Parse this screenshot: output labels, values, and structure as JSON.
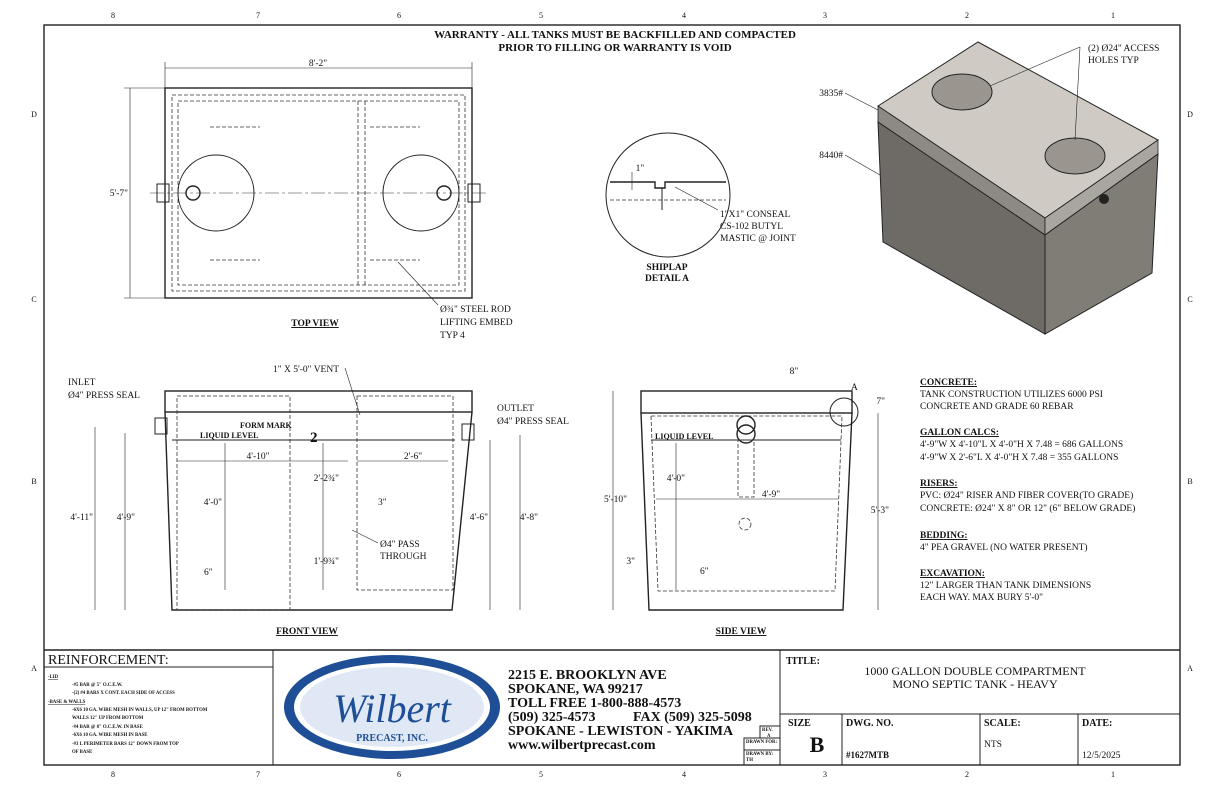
{
  "zones": {
    "columns": [
      "8",
      "7",
      "6",
      "5",
      "4",
      "3",
      "2",
      "1"
    ],
    "rows": [
      "D",
      "C",
      "B",
      "A"
    ]
  },
  "warranty": {
    "line1": "WARRANTY - ALL TANKS MUST BE BACKFILLED AND COMPACTED",
    "line2": "PRIOR TO FILLING OR WARRANTY IS VOID"
  },
  "top_view": {
    "title": "TOP VIEW",
    "width_dim": "8'-2\"",
    "height_dim": "5'-7\"",
    "callout": [
      "Ø¾\" STEEL ROD",
      "LIFTING EMBED",
      "TYP 4"
    ]
  },
  "detail": {
    "title": [
      "SHIPLAP",
      "DETAIL A"
    ],
    "dim": "1\"",
    "callout": [
      "1\"X1\" CONSEAL",
      "CS-102 BUTYL",
      "MASTIC @ JOINT"
    ]
  },
  "iso": {
    "lid_weight": "3835#",
    "base_weight": "8440#",
    "callout": [
      "(2) Ø24\" ACCESS",
      "HOLES TYP"
    ]
  },
  "front_view": {
    "title": "FRONT VIEW",
    "inlet": [
      "INLET",
      "Ø4\" PRESS SEAL"
    ],
    "outlet": [
      "OUTLET",
      "Ø4\" PRESS SEAL"
    ],
    "vent": "1\" X 5'-0\" VENT",
    "form_mark": "FORM MARK",
    "form_mark_num": "2",
    "liquid_level": "LIQUID LEVEL",
    "pass_through": [
      "Ø4\" PASS",
      "THROUGH"
    ],
    "dims": {
      "left_outer": "4'-11\"",
      "left_inner": "4'-9\"",
      "comp1": "4'-10\"",
      "comp2": "2'-6\"",
      "depth": "4'-0\"",
      "upper": "2'-2¾\"",
      "lower": "1'-9¾\"",
      "wall": "3\"",
      "floor": "6\"",
      "right_inner": "4'-6\"",
      "right_outer": "4'-8\""
    }
  },
  "side_view": {
    "title": "SIDE VIEW",
    "liquid_level": "LIQUID LEVEL",
    "detail_ref": "A",
    "dims": {
      "overall": "5'-10\"",
      "body": "5'-3\"",
      "lid": "7\"",
      "top": "8\"",
      "depth": "4'-0\"",
      "width": "4'-9\"",
      "wall": "3\"",
      "floor": "6\""
    }
  },
  "notes": [
    {
      "heading": "CONCRETE:",
      "lines": [
        "TANK CONSTRUCTION UTILIZES 6000 PSI",
        "CONCRETE AND GRADE 60 REBAR"
      ]
    },
    {
      "heading": "GALLON CALCS:",
      "lines": [
        "4'-9\"W X 4'-10\"L X 4'-0\"H X 7.48 = 686 GALLONS",
        "4'-9\"W X 2'-6\"L X 4'-0\"H X 7.48 = 355 GALLONS"
      ]
    },
    {
      "heading": "RISERS:",
      "lines": [
        "PVC: Ø24\" RISER AND FIBER COVER(TO GRADE)",
        "CONCRETE: Ø24\" X 8\" OR 12\" (6\" BELOW GRADE)"
      ]
    },
    {
      "heading": "BEDDING:",
      "lines": [
        "4\" PEA GRAVEL (NO WATER PRESENT)"
      ]
    },
    {
      "heading": "EXCAVATION:",
      "lines": [
        "12\" LARGER THAN TANK DIMENSIONS",
        "EACH WAY. MAX BURY 5'-0\""
      ]
    }
  ],
  "reinforcement": {
    "title": "REINFORCEMENT:",
    "lid_heading": "-LID",
    "lid": [
      "-#5 BAR @ 5\" O.C.E.W.",
      "-(2) #4 BARS X CONT. EACH SIDE OF ACCESS"
    ],
    "base_heading": "-BASE & WALLS",
    "base": [
      "-6X6 10 GA. WIRE MESH IN WALLS, UP 12\" FROM BOTTOM",
      "WALLS 12\" UP FROM BOTTOM",
      "-#4 BAR @ 8\" O.C.E.W. IN BASE",
      "-6X6 10 GA. WIRE MESH IN BASE",
      "-#3 L PERIMETER BARS 12\" DOWN FROM TOP",
      "OF BASE"
    ]
  },
  "logo": {
    "name": "Wilbert",
    "sub": "PRECAST, INC."
  },
  "company": {
    "address": "2215 E. BROOKLYN AVE",
    "city": "SPOKANE, WA 99217",
    "toll_free": "TOLL FREE 1-800-888-4573",
    "phone": "(509) 325-4573",
    "fax": "FAX (509) 325-5098",
    "locations": "SPOKANE - LEWISTON - YAKIMA",
    "website": "www.wilbertprecast.com",
    "rev_label": "REV.",
    "rev": "A",
    "drawn_for": "DRAWN FOR:",
    "drawn_by": "DRAWN BY:",
    "drawn_by_val": "TH"
  },
  "title_block": {
    "title_label": "TITLE:",
    "title_line1": "1000 GALLON DOUBLE COMPARTMENT",
    "title_line2": "MONO SEPTIC TANK - HEAVY",
    "size_label": "SIZE",
    "size": "B",
    "dwg_label": "DWG.  NO.",
    "dwg": "#1627MTB",
    "scale_label": "SCALE:",
    "scale": "NTS",
    "date_label": "DATE:",
    "date": "12/5/2025"
  },
  "colors": {
    "lid_top": "#cfcbc4",
    "body_front": "#6e6b66",
    "body_side": "#807c76",
    "logo_blue": "#1d4e96"
  }
}
